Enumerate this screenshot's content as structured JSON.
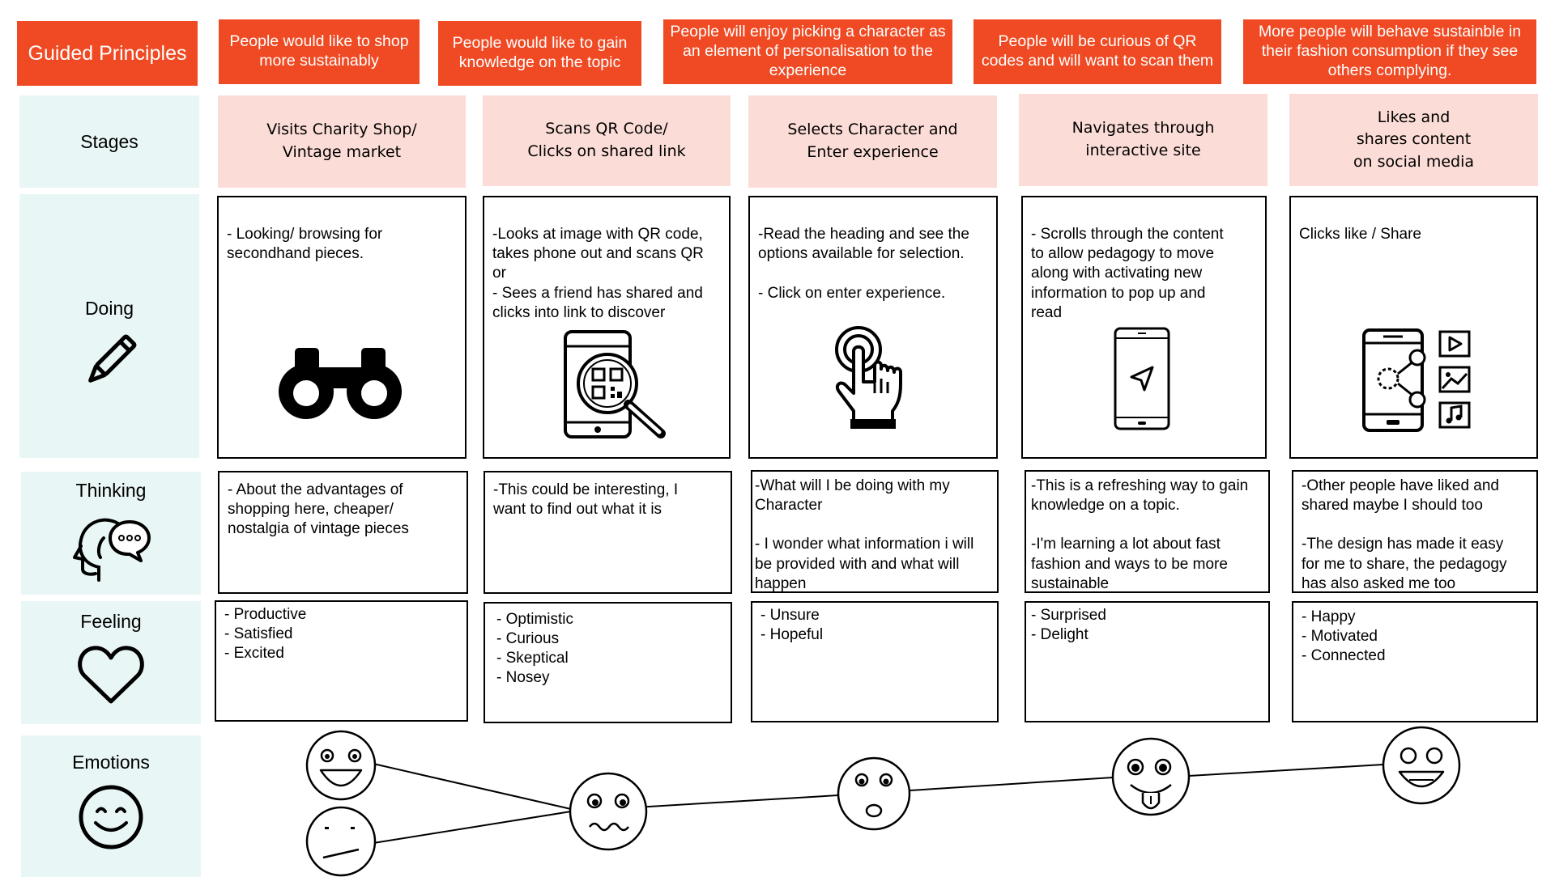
{
  "principles": {
    "title": "Guided Principles",
    "items": [
      "People would like to shop more sustainably",
      "People would like to gain knowledge on the topic",
      "People will enjoy picking a character as an element of personalisation to the experience",
      "People will be curious of QR codes and will want to scan them",
      "More people will behave sustainble in their fashion consumption if they see others complying."
    ]
  },
  "rows": {
    "stages": "Stages",
    "doing": "Doing",
    "thinking": "Thinking",
    "feeling": "Feeling",
    "emotions": "Emotions"
  },
  "stages": [
    "Visits Charity Shop/\nVintage market",
    "Scans QR Code/\nClicks on shared link",
    "Selects Character and\nEnter experience",
    "Navigates through\ninteractive site",
    "Likes and\nshares content\non social media"
  ],
  "doing": [
    "- Looking/ browsing for\nsecondhand pieces.",
    "-Looks at image with QR code,\ntakes phone out and scans QR\nor\n- Sees a friend has shared and\nclicks into link to discover",
    "-Read the heading and see the\noptions available for selection.\n\n- Click on enter experience.",
    "- Scrolls through the content\nto allow pedagogy to move\nalong with activating new\ninformation to pop up and\nread",
    "Clicks like / Share"
  ],
  "doing_icons": [
    "binoculars-icon",
    "qr-scan-phone-icon",
    "tap-finger-icon",
    "phone-navigation-icon",
    "phone-share-media-icon"
  ],
  "thinking": [
    " - About the advantages of\n shopping here, cheaper/\n nostalgia of vintage pieces",
    "-This could be interesting, I\nwant to find out what it is",
    "-What will I be doing with my\nCharacter\n\n- I wonder what information i will\nbe provided with and what will\nhappen",
    "-This is a refreshing way to gain\nknowledge on a topic.\n\n-I'm learning a lot about fast\nfashion and ways to be more\nsustainable",
    "-Other people have liked and\nshared maybe I should too\n\n-The design has made it easy\nfor me to share, the pedagogy\nhas also asked me too"
  ],
  "feeling": [
    "- Productive\n- Satisfied\n- Excited",
    "- Optimistic\n- Curious\n- Skeptical\n- Nosey",
    "- Unsure\n- Hopeful",
    "- Surprised\n- Delight",
    "-  Happy\n-  Motivated\n-  Connected"
  ],
  "emotion_faces": [
    "laughing-face",
    "unimpressed-face",
    "wavy-mouth-face",
    "surprised-face",
    "tongue-out-face",
    "grinning-face"
  ],
  "colors": {
    "principle_bg": "#ef4a23",
    "stage_bg": "#fbdcd6",
    "label_bg": "#e9f6f6",
    "border": "#000000"
  }
}
